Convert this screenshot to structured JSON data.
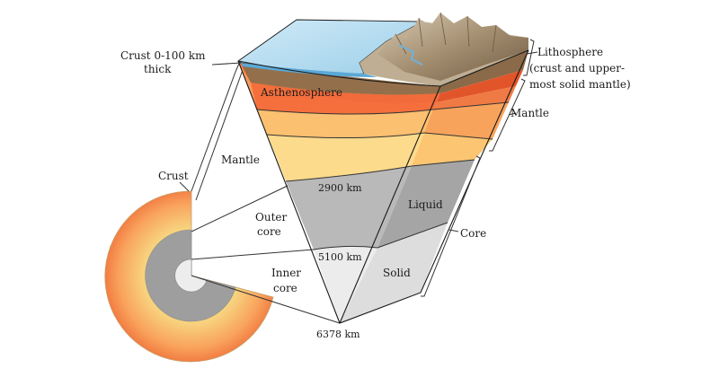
{
  "labels": {
    "crust_thickness_line1": "Crust 0-100 km",
    "crust_thickness_line2": "thick",
    "asthenosphere": "Asthenosphere",
    "lithosphere_line1": "Lithosphere",
    "lithosphere_line2": "(crust and upper-",
    "lithosphere_line3": "most solid mantle)",
    "mantle_right": "Mantle",
    "mantle_left": "Mantle",
    "crust": "Crust",
    "outer_core_line1": "Outer",
    "outer_core_line2": "core",
    "inner_core_line1": "Inner",
    "inner_core_line2": "core",
    "liquid": "Liquid",
    "solid": "Solid",
    "core": "Core",
    "depth_2900": "2900 km",
    "depth_5100": "5100 km",
    "depth_6378": "6378 km"
  },
  "colors": {
    "ocean": "#a9d8ef",
    "ocean_dark": "#5aa6d2",
    "crust": "#b9a98f",
    "lithosphere": "#8f6a44",
    "asthenosphere": "#f26b3a",
    "upper_mantle": "#f89a5c",
    "mid_mantle": "#fbc272",
    "lower_mantle": "#fddb8c",
    "outer_core": "#b7b7b7",
    "inner_core": "#e9e9e9",
    "mountains": "#a08a6c"
  }
}
